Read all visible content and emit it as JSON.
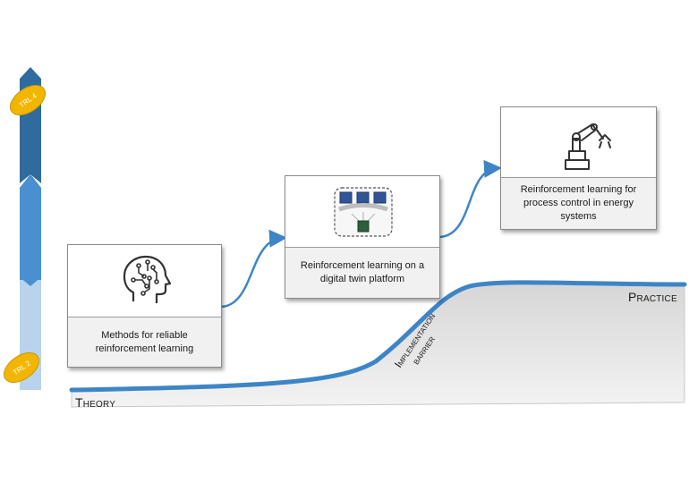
{
  "trl": {
    "top_label": "TRL 4",
    "bottom_label": "TRL 2",
    "colors": {
      "dark": "#2f6b9e",
      "mid": "#4a8fd0",
      "light": "#b8d3eb",
      "badge": "#f2b600"
    }
  },
  "curve": {
    "start_label": "Theory",
    "end_label": "Practice",
    "barrier_label_line1": "Implementation",
    "barrier_label_line2": "barrier",
    "line_color": "#3d85c6",
    "fill_color": "#e4e4e4"
  },
  "boxes": [
    {
      "caption": "Methods for reliable reinforcement learning",
      "icon": "brain-head-icon"
    },
    {
      "caption": "Reinforcement learning on a digital twin platform",
      "icon": "digital-twin-icon"
    },
    {
      "caption": "Reinforcement learning for process control in energy systems",
      "icon": "robot-arm-icon"
    }
  ]
}
